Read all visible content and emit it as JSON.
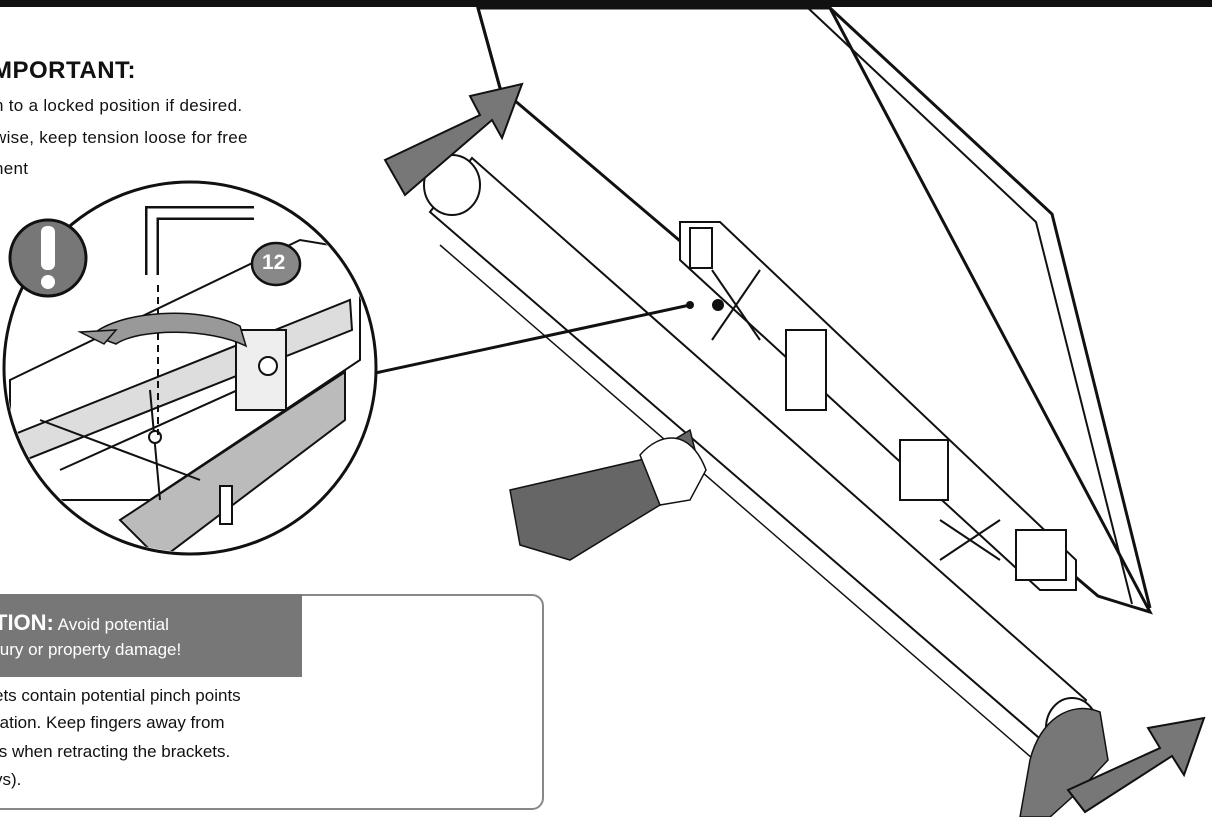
{
  "important": {
    "title": "MPORTANT:",
    "lines": [
      "n to a locked position if desired.",
      "wise, keep tension loose for free",
      "nent"
    ]
  },
  "callout": {
    "badge_number": "12"
  },
  "caution": {
    "heading": "TION:",
    "heading_rest": " Avoid potential",
    "subheading": "jury or property damage!",
    "lines": [
      "ets contain potential pinch points",
      "ration. Keep fingers away from",
      "ts when retracting the brackets.",
      "vs)."
    ]
  },
  "colors": {
    "ink": "#111111",
    "gray_fill": "#777777",
    "light_gray": "#bbbbbb",
    "banner_text": "#ffffff"
  },
  "icons": [
    "exclamation-icon",
    "hex-key-icon",
    "rotate-arrow-icon",
    "push-arrow-icon",
    "hand-icon",
    "pinch-arrows-icon"
  ]
}
